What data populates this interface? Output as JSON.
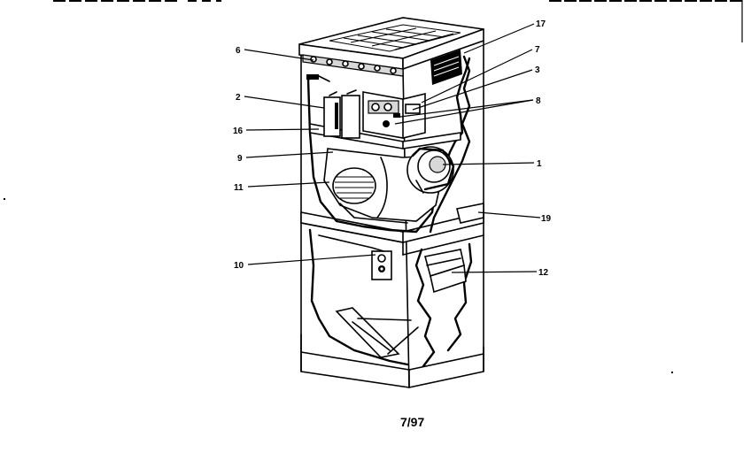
{
  "callouts": [
    {
      "id": "17",
      "label": "17"
    },
    {
      "id": "7",
      "label": "7"
    },
    {
      "id": "3",
      "label": "3"
    },
    {
      "id": "8",
      "label": "8"
    },
    {
      "id": "1",
      "label": "1"
    },
    {
      "id": "19",
      "label": "19"
    },
    {
      "id": "12",
      "label": "12"
    },
    {
      "id": "6",
      "label": "6"
    },
    {
      "id": "2",
      "label": "2"
    },
    {
      "id": "16",
      "label": "16"
    },
    {
      "id": "9",
      "label": "9"
    },
    {
      "id": "11",
      "label": "11"
    },
    {
      "id": "10",
      "label": "10"
    }
  ],
  "footer": {
    "revision": "7/97"
  }
}
